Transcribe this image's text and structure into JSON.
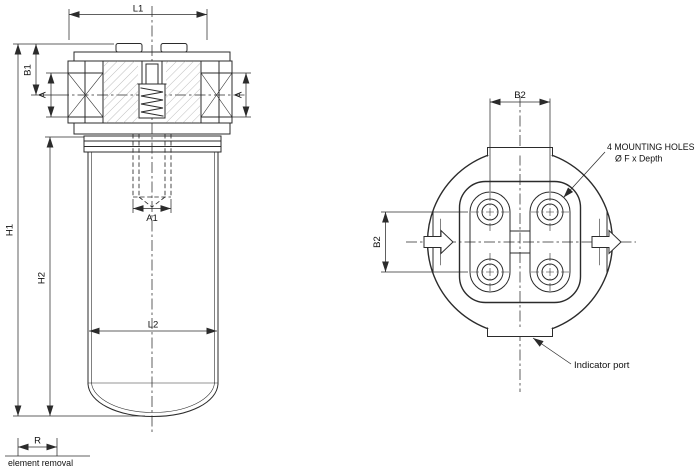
{
  "drawing": {
    "side_view": {
      "dim_l1": "L1",
      "dim_b1": "B1",
      "dim_a_left": "A",
      "dim_a_right": "A",
      "dim_h1": "H1",
      "dim_h2": "H2",
      "dim_a1": "A1",
      "dim_l2": "L2",
      "dim_r": "R",
      "note_element_removal": "element removal"
    },
    "front_view": {
      "dim_b2_top": "B2",
      "dim_b2_side": "B2",
      "note_mounting_line1": "4 MOUNTING HOLES",
      "note_mounting_line2": "Ø F x Depth",
      "note_indicator": "Indicator port"
    },
    "colors": {
      "line": "#2b2b2b",
      "background": "#ffffff"
    }
  }
}
